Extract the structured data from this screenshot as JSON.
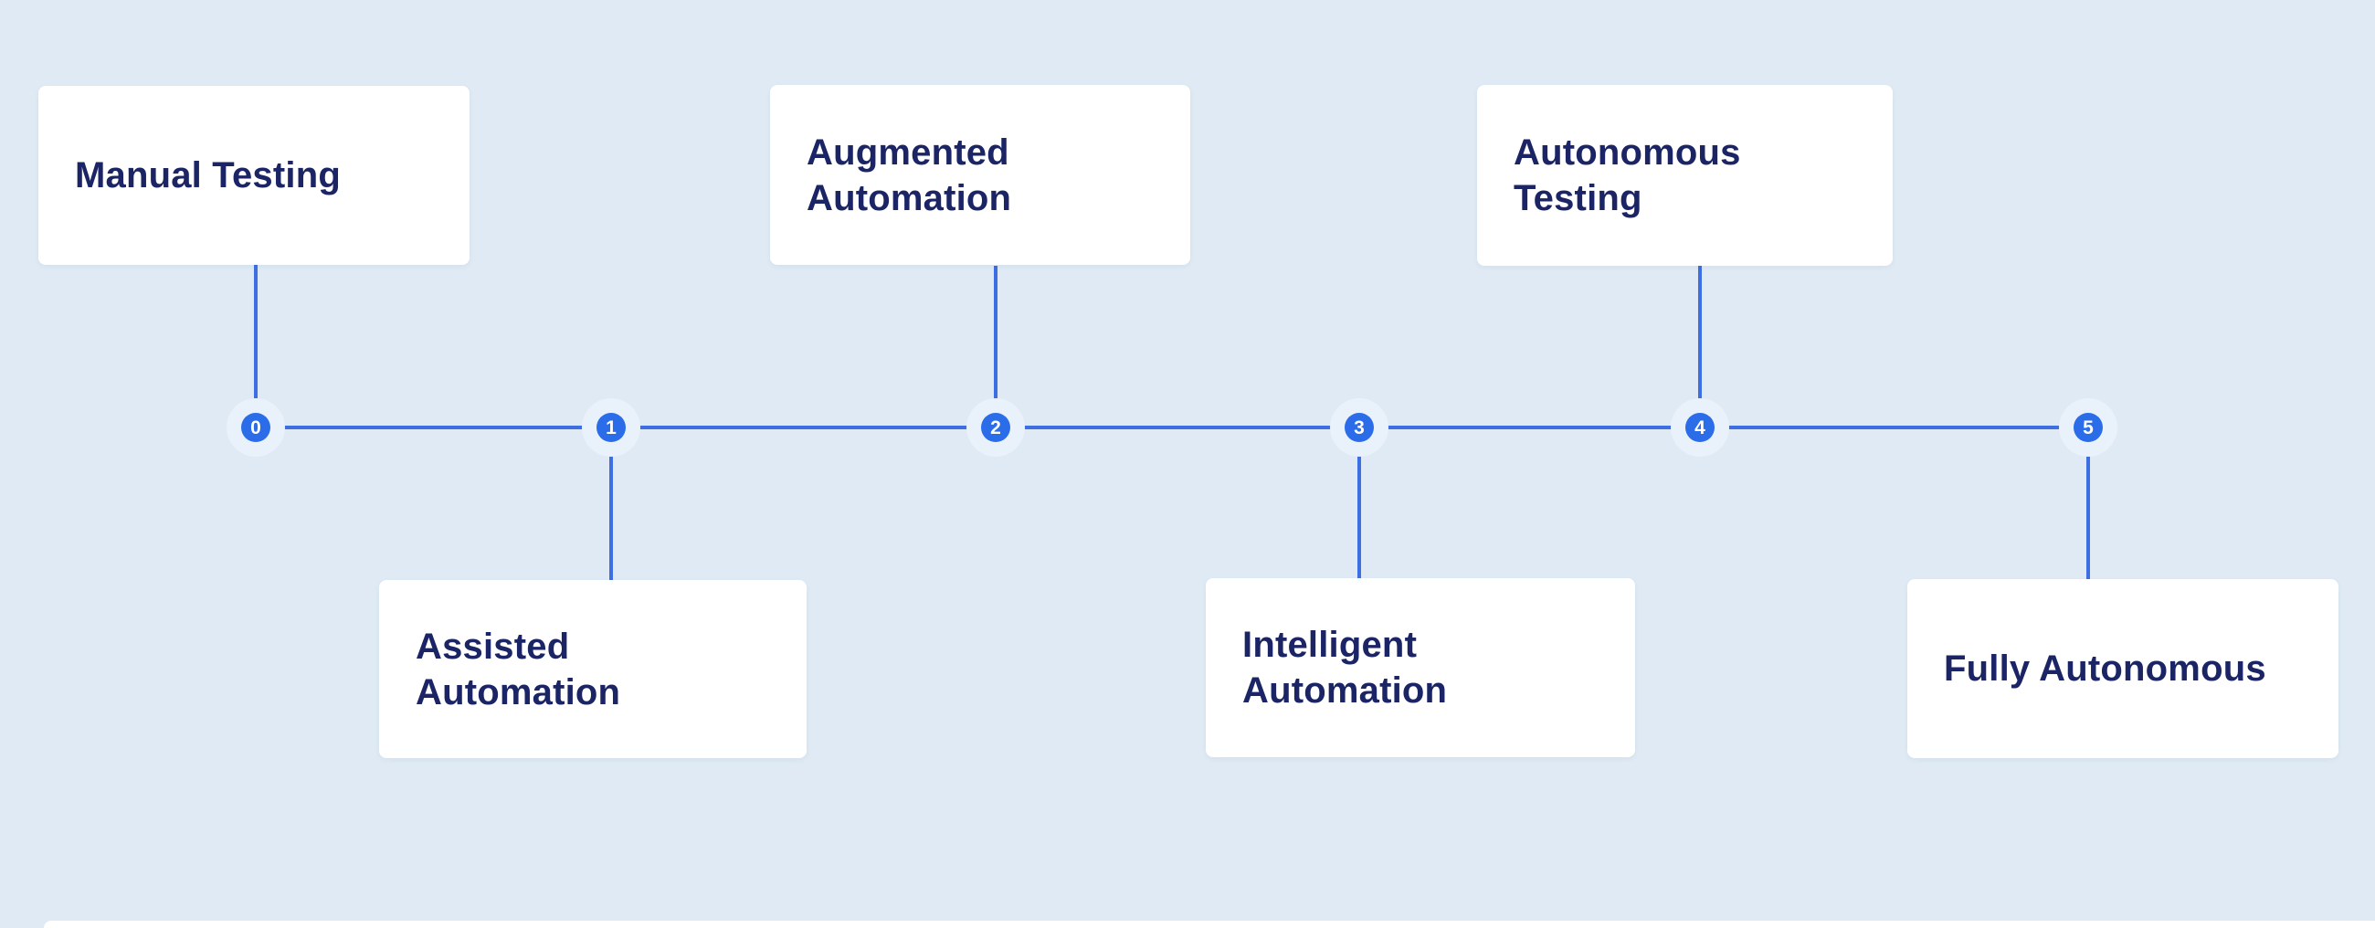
{
  "diagram": {
    "type": "timeline",
    "orientation": "horizontal",
    "axis_levels": [
      "0",
      "1",
      "2",
      "3",
      "4",
      "5"
    ]
  },
  "stages": [
    {
      "number": "0",
      "label": "Manual Testing",
      "side": "top"
    },
    {
      "number": "1",
      "label": "Assisted\nAutomation",
      "side": "bottom"
    },
    {
      "number": "2",
      "label": "Augmented\nAutomation",
      "side": "top"
    },
    {
      "number": "3",
      "label": "Intelligent\nAutomation",
      "side": "bottom"
    },
    {
      "number": "4",
      "label": "Autonomous\nTesting",
      "side": "top"
    },
    {
      "number": "5",
      "label": "Fully Autonomous",
      "side": "bottom"
    }
  ],
  "colors": {
    "background": "#dfeaf4",
    "axis_line": "#3e6fe2",
    "node_fill": "#2b6ce9",
    "node_halo": "#e9f1fa",
    "node_number_text": "#ffffff",
    "card_background": "#ffffff",
    "card_text": "#1b2464"
  }
}
